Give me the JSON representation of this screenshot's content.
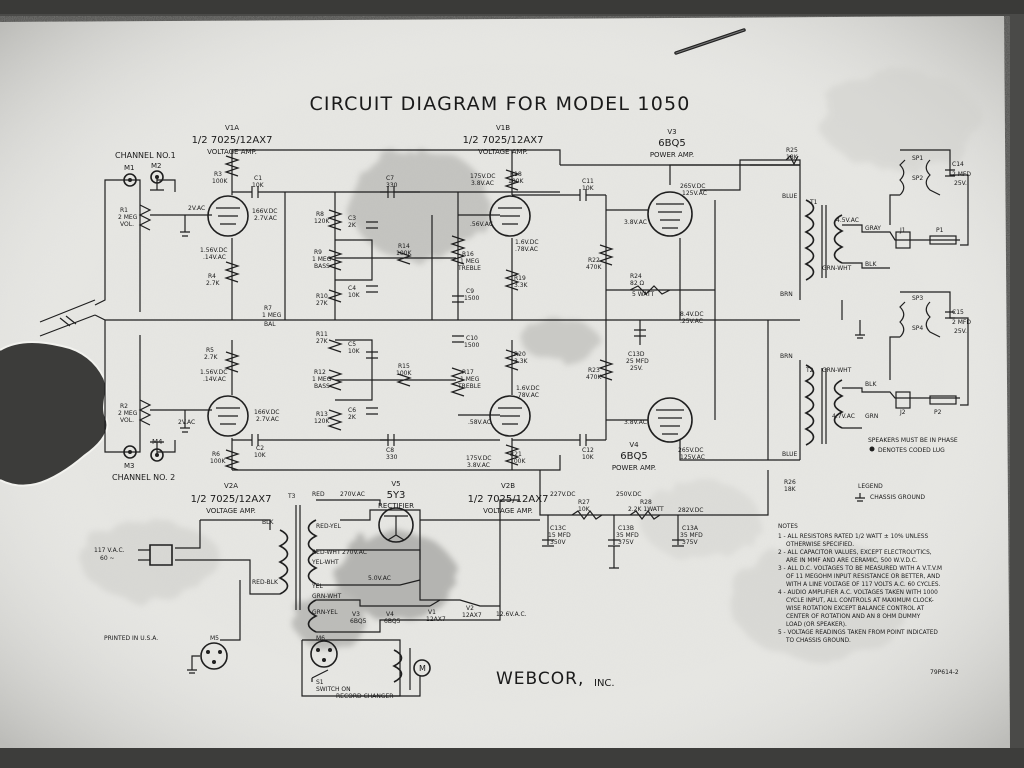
{
  "title": "CIRCUIT DIAGRAM FOR MODEL 1050",
  "brand": {
    "name": "WEBCOR,",
    "suffix": "INC."
  },
  "colors": {
    "paper": "#e4e4e0",
    "ink": "#1f1f1f",
    "stain": "#8d8d8a",
    "background": "#4a4a48"
  },
  "inputs": {
    "ch1": "CHANNEL NO.1",
    "ch2": "CHANNEL NO. 2",
    "m1": "M1",
    "m2": "M2",
    "m3": "M3",
    "m4": "M4"
  },
  "tubes": {
    "v1a": {
      "ref": "V1A",
      "type": "1/2 7025/12AX7",
      "func": "VOLTAGE AMP."
    },
    "v1b": {
      "ref": "V1B",
      "type": "1/2 7025/12AX7",
      "func": "VOLTAGE AMP."
    },
    "v2a": {
      "ref": "V2A",
      "type": "1/2 7025/12AX7",
      "func": "VOLTAGE AMP."
    },
    "v2b": {
      "ref": "V2B",
      "type": "1/2 7025/12AX7",
      "func": "VOLTAGE AMP."
    },
    "v3": {
      "ref": "V3",
      "type": "6BQ5",
      "func": "POWER AMP."
    },
    "v4": {
      "ref": "V4",
      "type": "6BQ5",
      "func": "POWER AMP."
    },
    "v5": {
      "ref": "V5",
      "type": "5Y3",
      "func": "RECTIFIER"
    }
  },
  "components": {
    "r1": "R1",
    "r1_val": "2 MEG",
    "r1_vol": "VOL.",
    "r3": "R3",
    "r3_val": "100K",
    "c1": "C1",
    "c1_val": "10K",
    "v1a_plate": "166V.DC",
    "v1a_plate_ac": "2.7V.AC",
    "v1a_cath": "1.56V.DC",
    "v1a_cath_ac": ".14V.AC",
    "r4": "R4",
    "r4_val": "2.7K",
    "r8": "R8",
    "r8_val": "120K",
    "c3": "C3",
    "c3_val": "2K",
    "r9": "R9",
    "r9_val": "1 MEG",
    "r9_fn": "BASS",
    "c4": "C4",
    "c4_val": "10K",
    "r10": "R10",
    "r10_val": "27K",
    "r7": "R7",
    "r7_val": "1 MEG",
    "r7_fn": "BAL",
    "c7": "C7",
    "c7_val": "330",
    "r14": "R14",
    "r14_val": "100K",
    "r16": "R16",
    "r16_val": "1 MEG",
    "r16_fn": "TREBLE",
    "c9": "C9",
    "c9_val": "1500",
    "r18": "R18",
    "r18_val": "100K",
    "v1b_v": "175V.DC",
    "v1b_v_ac": "3.8V.AC",
    "v1b_grid": ".56V.AC",
    "v1b_cath": "1.6V.DC",
    "v1b_cath_ac": ".78V.AC",
    "r19": "R19",
    "r19_val": "3.3K",
    "c11": "C11",
    "c11_val": "10K",
    "r22": "R22",
    "r22_val": "470K",
    "v3_grid": "3.8V.AC",
    "v3_plate": "265V.DC",
    "v3_plate_ac": "125V.AC",
    "r24": "R24",
    "r24_val": "82 Ω",
    "r24_w": "5 WATT",
    "c13d": "C13D",
    "c13d_val": "25 MFD",
    "c13d_v": "25V.",
    "r23": "R23",
    "r23_val": "470K",
    "cath_dc": "8.4V.DC",
    "cath_ac": ".25V.AC",
    "v4_grid": "3.8V.AC",
    "v4_plate": "265V.DC",
    "v4_plate_ac": "125V.AC",
    "r25": "R25",
    "r25_val": "18K",
    "r26": "R26",
    "r26_val": "18K",
    "t1": "T1",
    "t2": "T2",
    "blue": "BLUE",
    "brn": "BRN",
    "grn_wht": "GRN-WHT",
    "gray": "GRAY",
    "blk": "BLK",
    "grn": "GRN",
    "sec_v": "4.5V.AC",
    "sec_v2": "4.7V.AC",
    "j1": "J1",
    "p1": "P1",
    "j2": "J2",
    "p2": "P2",
    "sp1": "SP1",
    "sp2": "SP2",
    "sp3": "SP3",
    "sp4": "SP4",
    "c14": "C14",
    "c14_val": "2 MFD",
    "c14_v": "25V.",
    "c15": "C15",
    "c15_val": "2 MFD",
    "c15_v": "25V.",
    "r5": "R5",
    "r5_val": "2.7K",
    "v2a_cath": "1.56V.DC",
    "v2a_cath_ac": ".14V.AC",
    "r2": "R2",
    "r2_val": "2 MEG",
    "r2_vol": "VOL.",
    "grid_ac": "2V.AC",
    "grid_ac2": "2V.AC",
    "v2a_plate": "166V.DC",
    "v2a_plate_ac": "2.7V.AC",
    "r6": "R6",
    "r6_val": "100K",
    "c2": "C2",
    "c2_val": "10K",
    "r11": "R11",
    "r11_val": "27K",
    "c5": "C5",
    "c5_val": "10K",
    "r12": "R12",
    "r12_val": "1 MEG",
    "r12_fn": "BASS",
    "r13": "R13",
    "r13_val": "120K",
    "c6": "C6",
    "c6_val": "2K",
    "r15": "R15",
    "r15_val": "100K",
    "c10": "C10",
    "c10_val": "1500",
    "r17": "R17",
    "r17_val": "1 MEG",
    "r17_fn": "TREBLE",
    "r20": "R20",
    "r20_val": "3.3K",
    "c8": "C8",
    "c8_val": "330",
    "v2b_cath": "1.6V.DC",
    "v2b_cath_ac": ".78V.AC",
    "v2b_grid": ".58V.AC",
    "v2b_v": "175V.DC",
    "v2b_v_ac": "3.8V.AC",
    "r21": "R21",
    "r21_val": "100K",
    "c12": "C12",
    "c12_val": "10K",
    "b227": "227V.DC",
    "b250": "250V.DC",
    "b282": "282V.DC",
    "r27": "R27",
    "r27_val": "10K",
    "r28": "R28",
    "r28_val": "2.2K 1WATT",
    "c13c": "C13C",
    "c13c_val": "15 MFD",
    "c13c_v": "350V",
    "c13b": "C13B",
    "c13b_val": "35 MFD",
    "c13b_v": "375V",
    "c13a": "C13A",
    "c13a_val": "35 MFD",
    "c13a_v": "375V",
    "t3": "T3",
    "red": "RED",
    "red_v": "270V.AC",
    "red_yel": "RED-YEL",
    "red_wht": "RED-WHT",
    "red_wht_v": "270V.AC",
    "blk_t3": "BLK",
    "red_blk": "RED-BLK",
    "yel_wht": "YEL-WHT",
    "yel": "YEL",
    "v50": "5.0V.AC",
    "grn_wht2": "GRN-WHT",
    "grn_yel": "GRN-YEL",
    "v3_lamp": "V3",
    "v3_lamp_t": "6BQ5",
    "v4_lamp": "V4",
    "v4_lamp_t": "6BQ5",
    "v1_lamp": "V1",
    "v1_lamp_t": "12AX7",
    "v2_lamp": "V2",
    "v2_lamp_t": "12AX7",
    "heater_v": "12.6V.A.C.",
    "mains": "117 V.A.C.",
    "mains_hz": "60 ~",
    "m5": "M5",
    "m6": "M6",
    "s1": "S1",
    "s1_fn": "SWITCH ON",
    "s1_fn2": "RECORD CHANGER",
    "motor": "M"
  },
  "legend": {
    "phase": "SPEAKERS MUST BE IN PHASE",
    "coded": "DENOTES CODED LUG",
    "label": "LEGEND",
    "ground": "CHASSIS GROUND"
  },
  "notes": {
    "header": "NOTES",
    "lines": [
      "1 - ALL RESISTORS RATED 1/2 WATT ± 10% UNLESS",
      "OTHERWISE SPECIFIED.",
      "2 - ALL CAPACITOR VALUES, EXCEPT ELECTROLYTICS,",
      "ARE IN MMF AND ARE CERAMIC, 500 W.V.D.C.",
      "3 - ALL D.C. VOLTAGES TO BE MEASURED WITH A V.T.V.M",
      "OF 11 MEGOHM INPUT RESISTANCE OR BETTER, AND",
      "WITH A LINE VOLTAGE OF 117 VOLTS A.C. 60 CYCLES.",
      "4 - AUDIO AMPLIFIER A.C. VOLTAGES TAKEN WITH 1000",
      "CYCLE INPUT, ALL CONTROLS AT MAXIMUM CLOCK-",
      "WISE ROTATION EXCEPT BALANCE CONTROL AT",
      "CENTER OF ROTATION AND AN 8 OHM DUMMY",
      "LOAD (OR SPEAKER).",
      "5 - VOLTAGE READINGS TAKEN FROM POINT INDICATED",
      "TO CHASSIS GROUND."
    ]
  },
  "printed": "PRINTED IN U.S.A.",
  "drawing_no": "79P614-2"
}
